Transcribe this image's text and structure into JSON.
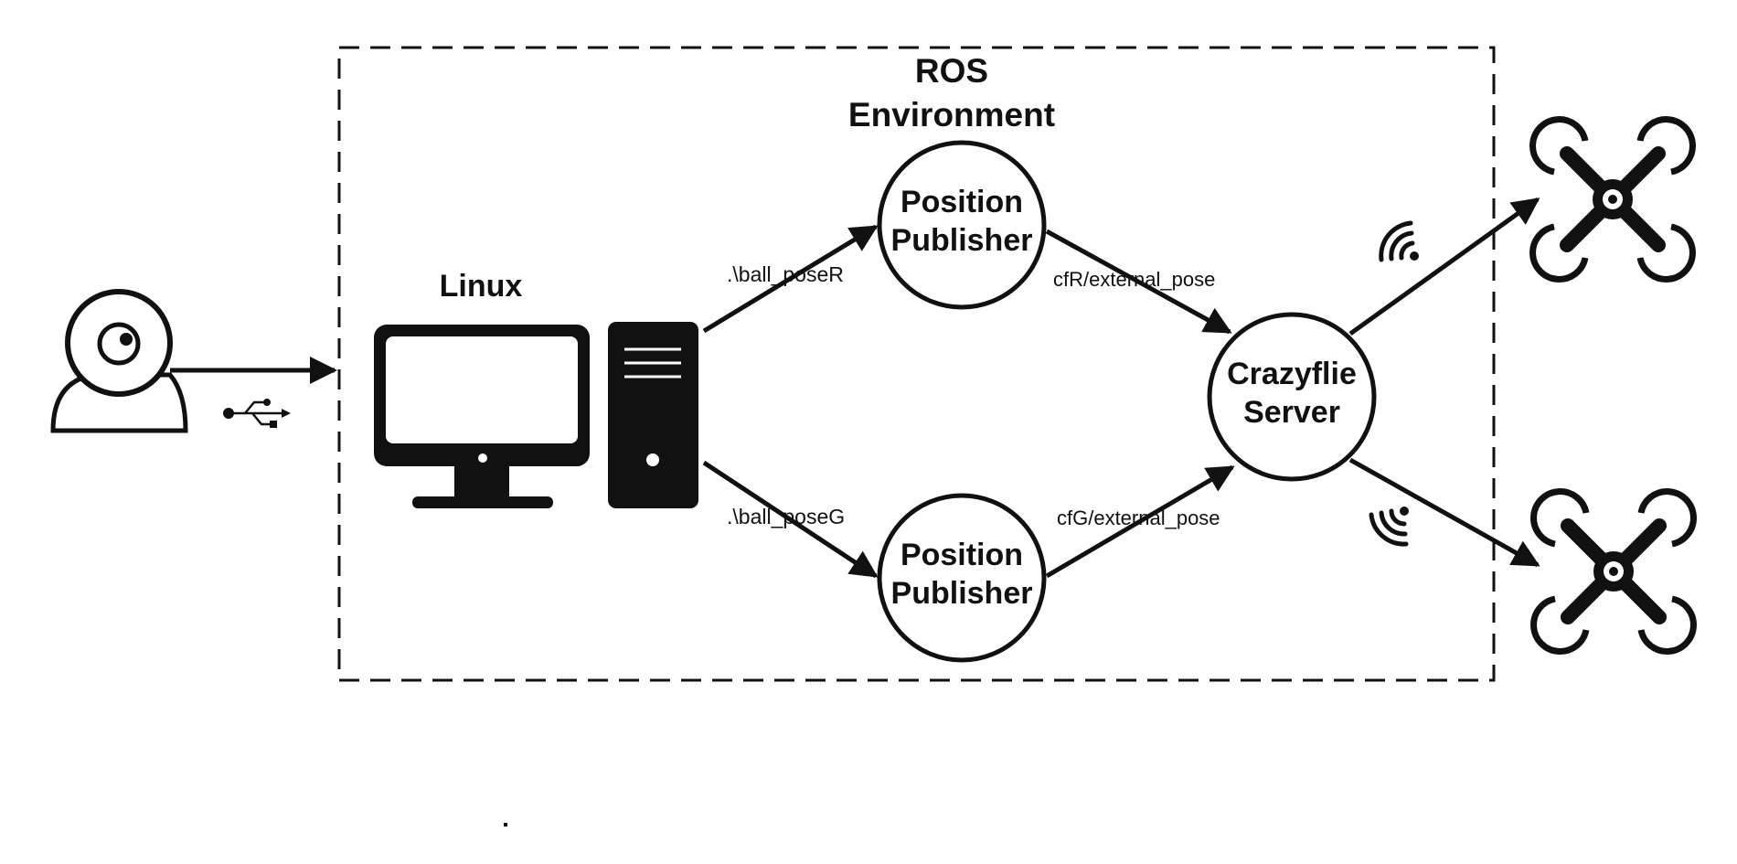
{
  "env": {
    "title_line1": "ROS",
    "title_line2": "Environment"
  },
  "linux": {
    "label": "Linux"
  },
  "nodes": {
    "publisher_r": {
      "line1": "Position",
      "line2": "Publisher"
    },
    "publisher_g": {
      "line1": "Position",
      "line2": "Publisher"
    },
    "server": {
      "line1": "Crazyflie",
      "line2": "Server"
    }
  },
  "topics": {
    "ball_pose_r": ".\\ball_poseR",
    "ball_pose_g": ".\\ball_poseG",
    "cf_r_pose": "cfR/external_pose",
    "cf_g_pose": "cfG/external_pose"
  },
  "icons": [
    "webcam-icon",
    "usb-icon",
    "monitor-icon",
    "pc-tower-icon",
    "wifi-icon",
    "drone-icon"
  ],
  "colors": {
    "stroke": "#111111",
    "background": "#ffffff"
  }
}
